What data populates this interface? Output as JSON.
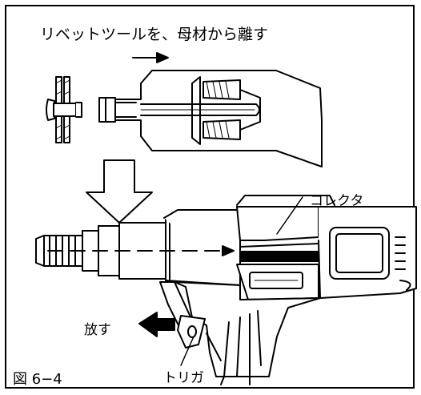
{
  "labels": {
    "instruction": "リベットツールを、母材から離す",
    "collector": "コレクタ",
    "release": "放す",
    "trigger": "トリガ",
    "figure_number": "図 6−4"
  },
  "colors": {
    "line": "#000000",
    "background": "#ffffff"
  }
}
